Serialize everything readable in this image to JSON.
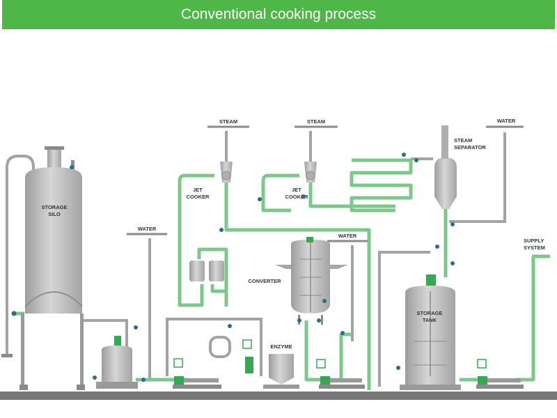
{
  "title": "Conventional cooking process",
  "labels": {
    "storage_silo": [
      "STORAGE",
      "SILO"
    ],
    "water_1": "WATER",
    "steam_1": "STEAM",
    "jet_cooker_1": [
      "JET",
      "COOKER"
    ],
    "steam_2": "STEAM",
    "jet_cooker_2": [
      "JET",
      "COOKER"
    ],
    "water_2": "WATER",
    "converter": "CONVERTER",
    "enzyme": "ENZYME",
    "steam_separator": [
      "STEAM",
      "SEPARATOR"
    ],
    "water_3": "WATER",
    "storage_tank": [
      "STORAGE",
      "TANK"
    ],
    "supply_system": [
      "SUPPLY",
      "SYSTEM"
    ]
  },
  "colors": {
    "header": "#4fb648",
    "pipe_green": "#7cc88a",
    "equipment": "#bcbcbc",
    "floor": "#777777"
  }
}
